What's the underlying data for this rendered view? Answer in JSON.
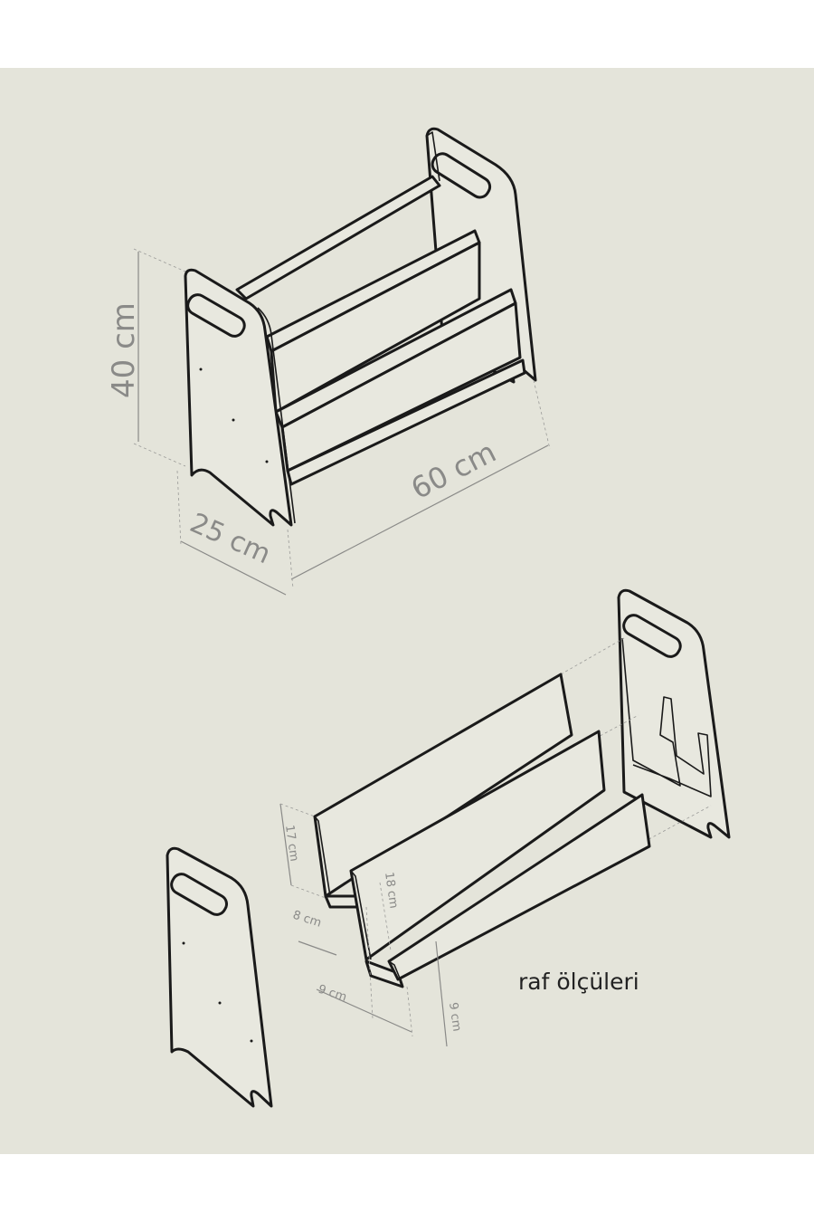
{
  "assembled_view": {
    "height_label": "40 cm",
    "width_label": "60 cm",
    "depth_label": "25 cm"
  },
  "exploded_view": {
    "back_height_label": "17 cm",
    "middle_height_label": "18 cm",
    "back_depth_label": "8 cm",
    "middle_depth_label": "9 cm",
    "front_height_label": "9 cm"
  },
  "caption": "raf ölçüleri",
  "colors": {
    "background": "#e4e4da",
    "line": "#1a1a1a",
    "dimension": "#8a8a88"
  }
}
